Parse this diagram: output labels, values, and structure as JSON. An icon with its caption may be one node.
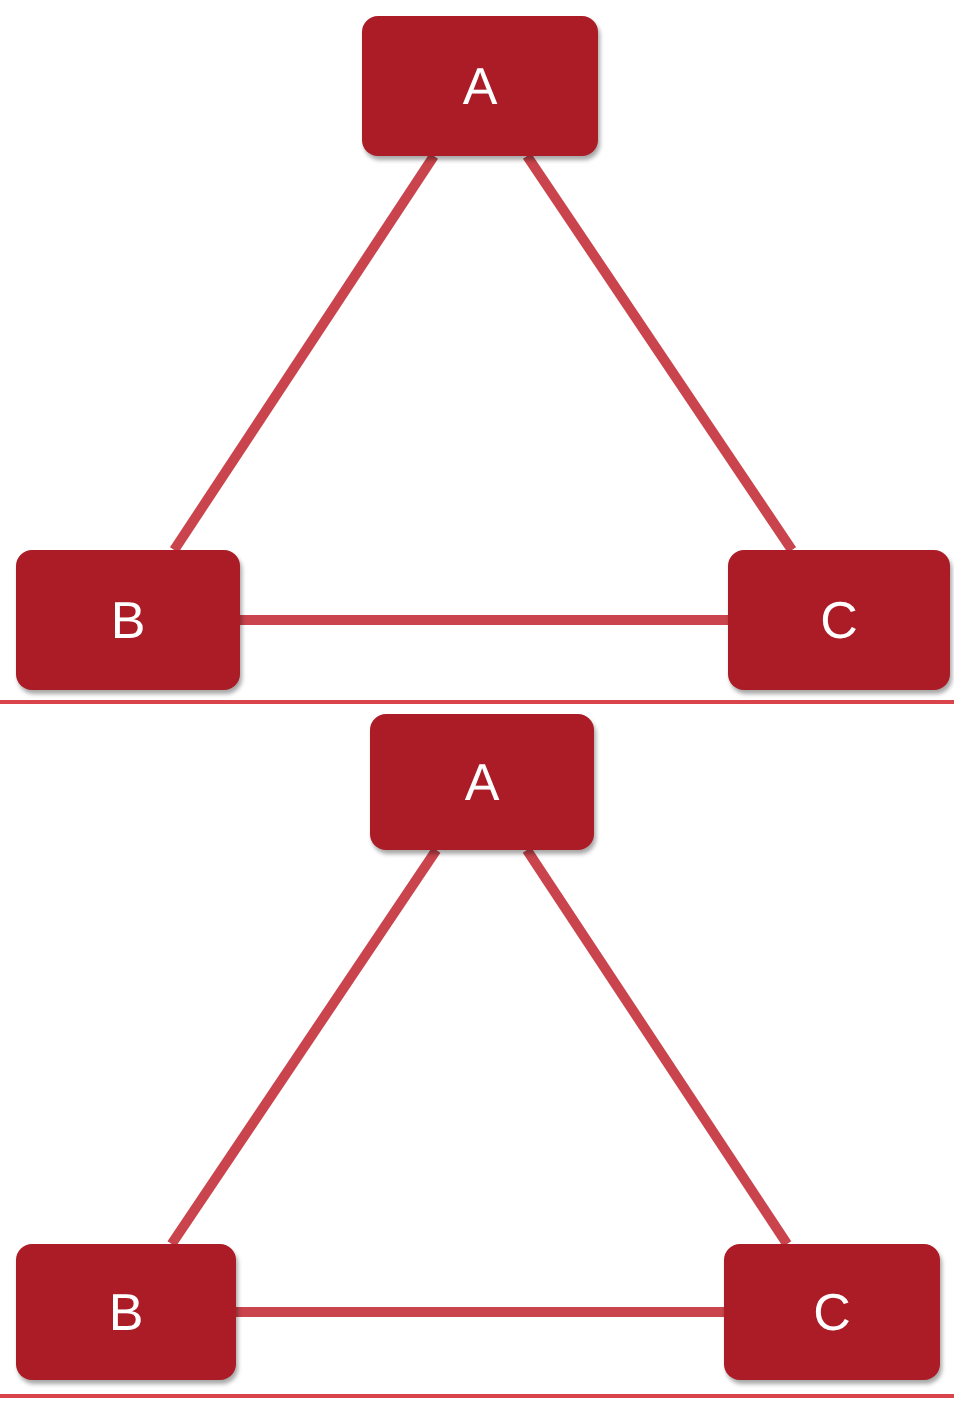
{
  "diagram": {
    "nodes": [
      {
        "text": [
          "A"
        ]
      },
      {
        "text": [
          "B"
        ]
      },
      {
        "text": [
          "C"
        ]
      },
      {
        "text": [
          "A"
        ]
      },
      {
        "text": [
          "B"
        ]
      },
      {
        "text": [
          "C"
        ]
      }
    ],
    "edges": [
      {
        "from": 0,
        "to": 1,
        "arrow": "none"
      },
      {
        "from": 0,
        "to": 2,
        "arrow": "none"
      },
      {
        "from": 1,
        "to": 2,
        "arrow": "none"
      },
      {
        "from": 3,
        "to": 4,
        "arrow": "none"
      },
      {
        "from": 3,
        "to": 5,
        "arrow": "none"
      },
      {
        "from": 4,
        "to": 5,
        "arrow": "none"
      }
    ]
  }
}
